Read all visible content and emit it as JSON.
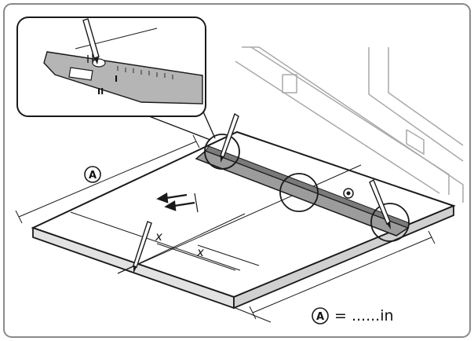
{
  "labels": {
    "dimension_letter": "A",
    "dimension_letter_bottom": "A",
    "equation_rest": "= ......in",
    "mark_x_left": "x",
    "mark_x_right": "x",
    "inset_mark_1": "I",
    "inset_mark_2": "II"
  },
  "colors": {
    "frame": "#8a8a8a",
    "line": "#1a1a1a",
    "panel_top": "#ffffff",
    "panel_edge": "#d9d9d9",
    "bar": "#9c9c9c",
    "bar_dark": "#7a7a7a",
    "inset_bg": "#ffffff",
    "cabinet": "#bdbdbd"
  }
}
